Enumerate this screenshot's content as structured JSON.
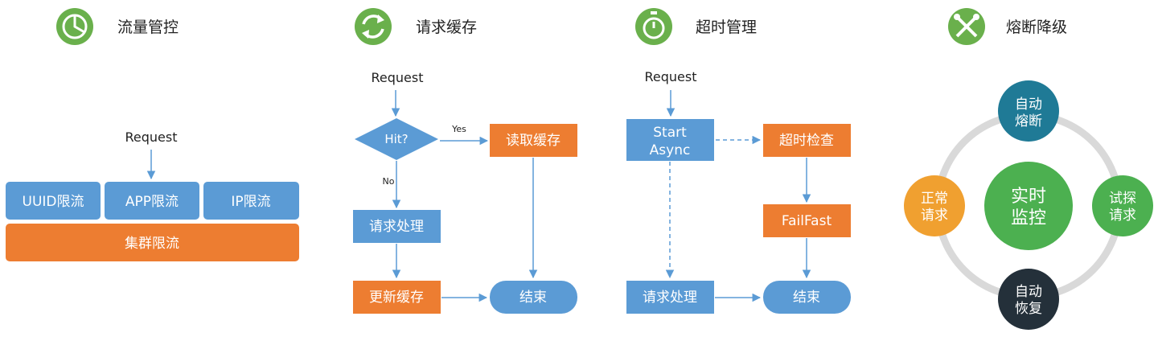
{
  "colors": {
    "blue": "#5b9bd5",
    "orange": "#ed7d31",
    "green": "#4cb050",
    "icon_green": "#6ab04c",
    "teal": "#1f7a96",
    "light_orange": "#f0a030",
    "dark_navy": "#24303a",
    "ring_gray": "#d9d9d9",
    "arrow": "#5b9bd5"
  },
  "sections": {
    "flow_control": {
      "title": "流量管控",
      "icon": "pie-chart-icon",
      "request": "Request",
      "uuid": "UUID限流",
      "app": "APP限流",
      "ip": "IP限流",
      "cluster": "集群限流"
    },
    "request_cache": {
      "title": "请求缓存",
      "icon": "refresh-icon",
      "request": "Request",
      "hit": "Hit?",
      "yes": "Yes",
      "no": "No",
      "read_cache": "读取缓存",
      "process": "请求处理",
      "update_cache": "更新缓存",
      "end": "结束"
    },
    "timeout_mgmt": {
      "title": "超时管理",
      "icon": "stopwatch-icon",
      "request": "Request",
      "start_line1": "Start",
      "start_line2": "Async",
      "timeout_check": "超时检查",
      "failfast": "FailFast",
      "process": "请求处理",
      "end": "结束"
    },
    "circuit_breaker": {
      "title": "熔断降级",
      "icon": "tools-icon",
      "center_line1": "实时",
      "center_line2": "监控",
      "top_line1": "自动",
      "top_line2": "熔断",
      "left_line1": "正常",
      "left_line2": "请求",
      "right_line1": "试探",
      "right_line2": "请求",
      "bottom_line1": "自动",
      "bottom_line2": "恢复"
    }
  }
}
